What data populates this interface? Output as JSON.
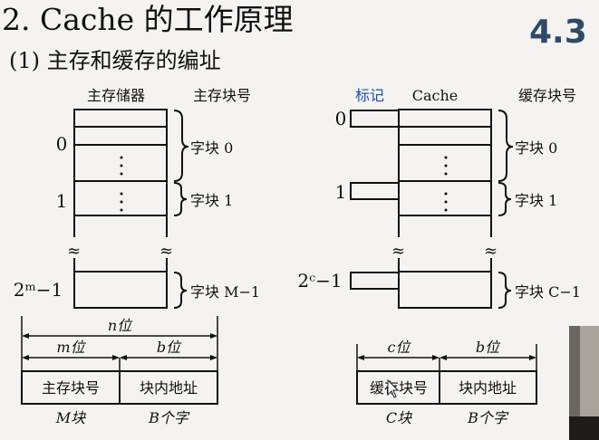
{
  "header": {
    "title": "2. Cache 的工作原理",
    "subtitle": "(1)  主存和缓存的编址",
    "badge": "4.3"
  },
  "left": {
    "col_memory": "主存储器",
    "col_blockno": "主存块号",
    "row0": "0",
    "row1": "1",
    "rowlast": "2ᵐ−1",
    "brace0": "字块 0",
    "brace1": "字块 1",
    "bracelast": "字块  M−1",
    "width_label": "n位",
    "m_label": "m位",
    "b_label": "b位",
    "field1": "主存块号",
    "field2": "块内地址",
    "below1": "M块",
    "below2": "B个字"
  },
  "right": {
    "col_tag": "标记",
    "col_cache": "Cache",
    "col_blockno": "缓存块号",
    "row0": "0",
    "row1": "1",
    "rowlast": "2ᶜ−1",
    "brace0": "字块 0",
    "brace1": "字块 1",
    "bracelast": "字块  C−1",
    "c_label": "c位",
    "b_label": "b位",
    "field1": "缓存块号",
    "field2": "块内地址",
    "below1": "C块",
    "below2": "B个字"
  },
  "colors": {
    "text": "#111111",
    "tag": "#1a4fb0",
    "badge": "#2e4a66"
  }
}
